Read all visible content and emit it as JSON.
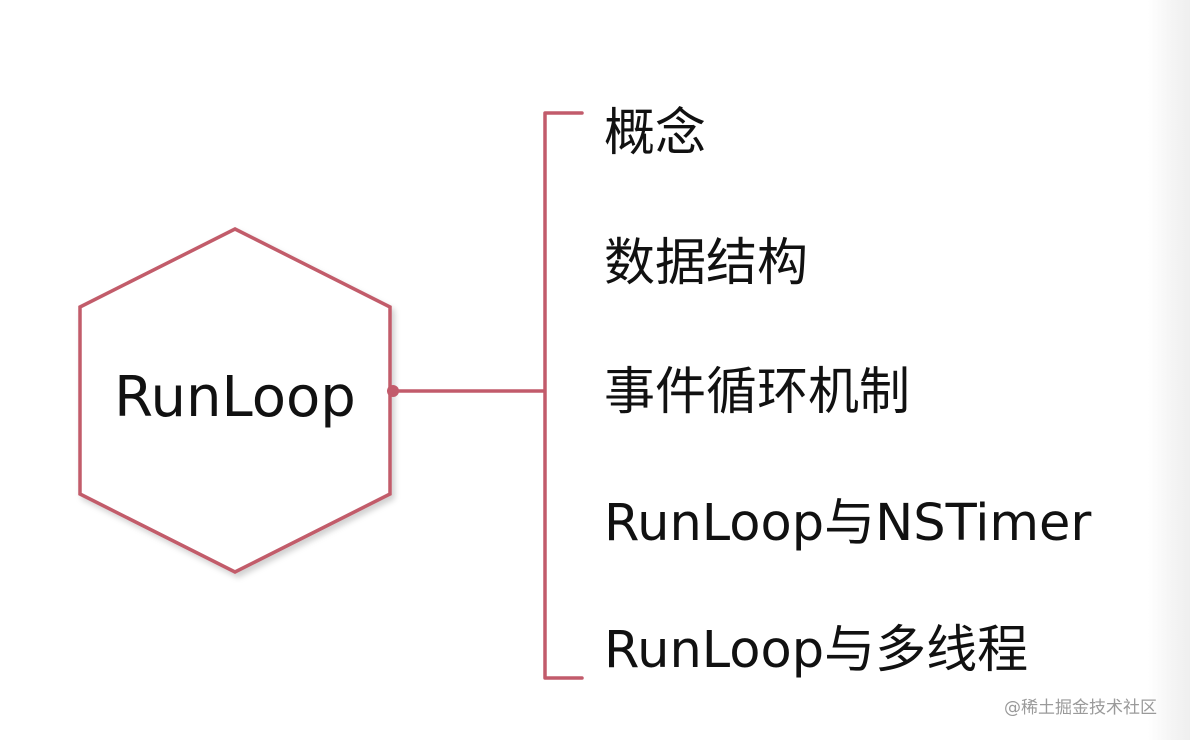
{
  "diagram": {
    "center": {
      "label": "RunLoop"
    },
    "branches": [
      {
        "label": "概念"
      },
      {
        "label": "数据结构"
      },
      {
        "label": "事件循环机制"
      },
      {
        "label": "RunLoop与NSTimer"
      },
      {
        "label": "RunLoop与多线程"
      }
    ],
    "colors": {
      "stroke": "#c25b6b",
      "text": "#111111",
      "background": "#ffffff"
    }
  },
  "watermark": {
    "text": "@稀土掘金技术社区"
  }
}
